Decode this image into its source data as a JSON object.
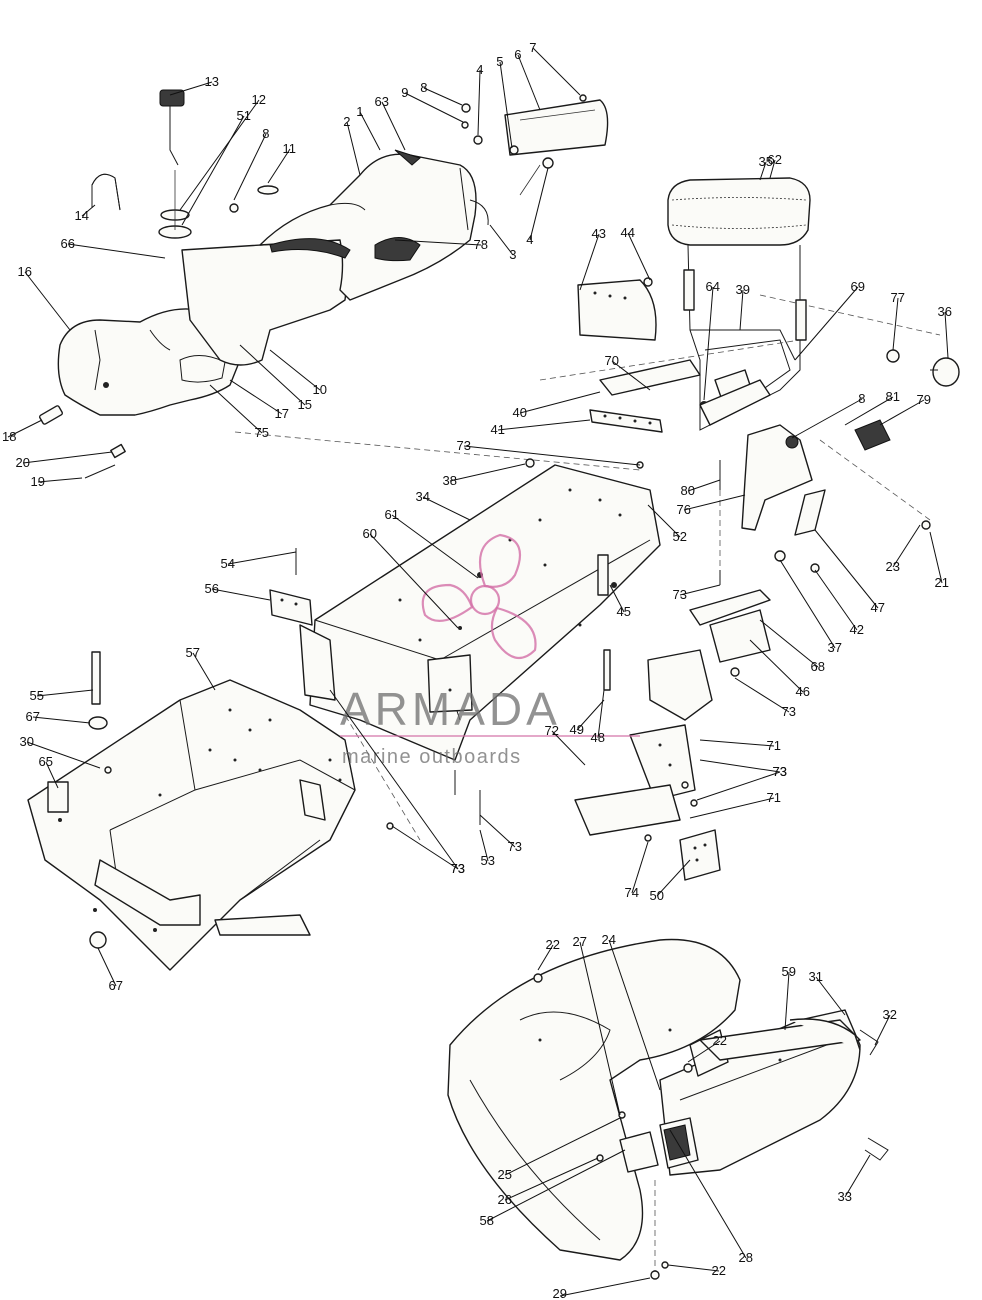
{
  "watermark": {
    "brand": "ARMADA",
    "tagline": "marine outboards",
    "color": "#d36fa6"
  },
  "callouts": [
    "1",
    "2",
    "3",
    "4",
    "4",
    "5",
    "6",
    "7",
    "8",
    "8",
    "8",
    "9",
    "10",
    "11",
    "12",
    "13",
    "14",
    "15",
    "16",
    "17",
    "18",
    "19",
    "20",
    "21",
    "22",
    "22",
    "22",
    "23",
    "24",
    "25",
    "26",
    "27",
    "28",
    "29",
    "30",
    "31",
    "32",
    "33",
    "34",
    "35",
    "36",
    "37",
    "38",
    "39",
    "40",
    "41",
    "42",
    "43",
    "44",
    "45",
    "46",
    "47",
    "48",
    "49",
    "50",
    "51",
    "52",
    "53",
    "54",
    "55",
    "56",
    "57",
    "58",
    "59",
    "60",
    "61",
    "62",
    "63",
    "64",
    "65",
    "66",
    "67",
    "67",
    "68",
    "69",
    "70",
    "71",
    "71",
    "72",
    "73",
    "73",
    "73",
    "73",
    "73",
    "73",
    "73",
    "73",
    "74",
    "75",
    "76",
    "77",
    "78",
    "79",
    "80",
    "81"
  ]
}
